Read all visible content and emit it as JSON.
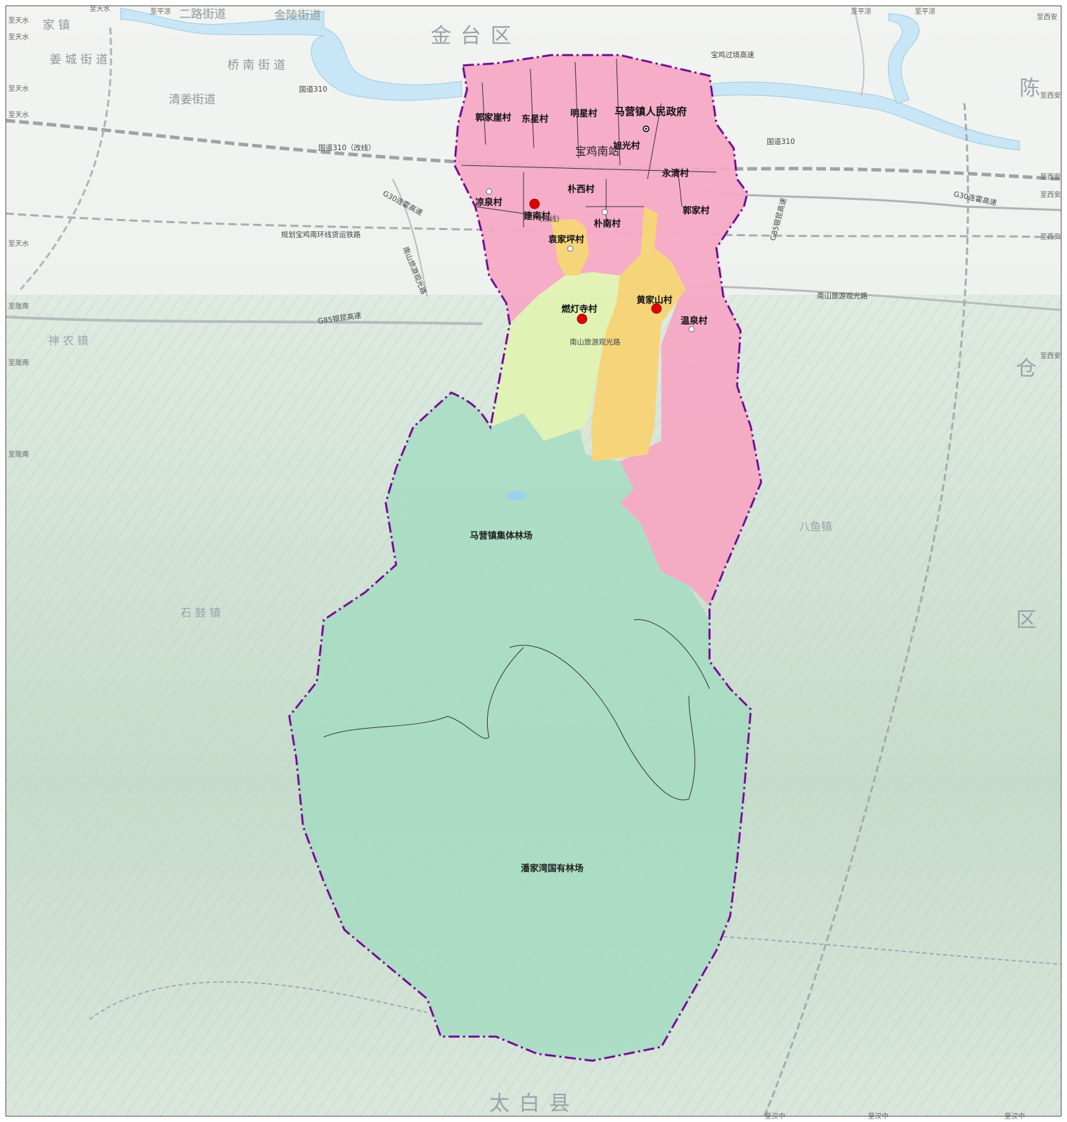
{
  "districts": {
    "jintai": "金 台 区",
    "chencang": [
      "陈",
      "仓",
      "区"
    ],
    "taibai": "太 白 县"
  },
  "neighbors": {
    "jiajia_zhen": "家 镇",
    "jiangcheng": "姜 城 街 道",
    "qiaonan": "桥 南 街 道",
    "qingjiang": "清姜街道",
    "jinling": "金陵街道",
    "eryilu": "二路街道",
    "shennong": "神 农 镇",
    "shigu": "石 鼓 镇",
    "bayu": "八鱼镇"
  },
  "villages": {
    "guojiaya": "郭家崖村",
    "dongxing": "东星村",
    "mingxing": "明星村",
    "xuguang": "旭光村",
    "yongqing": "永清村",
    "puxi": "朴西村",
    "liangquan": "凉泉村",
    "jianan": "建南村",
    "yuanjiaping": "袁家坪村",
    "punan": "朴南村",
    "guojia": "郭家村",
    "randengsi": "燃灯寺村",
    "huangjiashan": "黄家山村",
    "wenquan": "温泉村"
  },
  "landmarks": {
    "gov": "马营镇人民政府",
    "station": "宝鸡南站",
    "forest_collective": "马营镇集体林场",
    "forest_state": "潘家湾国有林场"
  },
  "roads": {
    "g310": "国道310",
    "g310_right": "国道310",
    "g310_gai": "国道310（改线）",
    "g310_gai_small": "(改线)",
    "bypass": "宝鸡过境高速",
    "g30": "G30连霍高速",
    "g30_right": "G30连霍高速",
    "g85": "G85银昆高速",
    "g85_vert": "G85银昆高速",
    "rail": "规划宝鸡南环线货运铁路",
    "nanshan_vert": "南山旅游观光路",
    "nanshan_mid": "南山旅游观光路",
    "nanshan_right": "南山旅游观光路"
  },
  "edge_labels": {
    "tianshui_1": "至天水",
    "tianshui_2": "至天水",
    "tianshui_3": "至天水",
    "tianshui_4": "至天水",
    "tianshui_5": "至天水",
    "tianshui_6": "至天水",
    "pingliang_1": "至平凉",
    "pingliang_2": "至平凉",
    "pingliang_3": "至平凉",
    "xian_1": "至西安",
    "xian_2": "至西安",
    "xian_3": "至西安",
    "xian_4": "至西安",
    "xian_5": "至西安",
    "xian_6": "至西安",
    "longnan_1": "至陇南",
    "longnan_2": "至陇南",
    "longnan_3": "至陇南",
    "hanzhong_1": "至汉中",
    "hanzhong_2": "至汉中",
    "hanzhong_3": "至汉中"
  },
  "colors": {
    "urban": "#f5a9c4",
    "yellow": "#f6d57a",
    "lightgreen": "#e1f3b0",
    "forest": "#a3dcc0",
    "boundary": "#cc33ff",
    "river": "#c8e6f5",
    "terrain": "#cfe0d2"
  }
}
